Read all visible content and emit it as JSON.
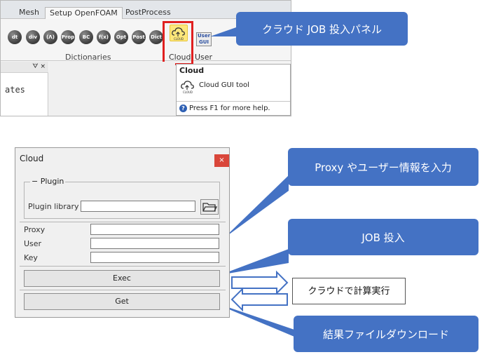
{
  "ribbon": {
    "tabs": [
      "Mesh",
      "Setup OpenFOAM",
      "PostProcess"
    ],
    "buttons": [
      {
        "icon": "dt-icon",
        "text": "dt"
      },
      {
        "icon": "div-icon",
        "text": "div"
      },
      {
        "icon": "lapl-icon",
        "text": "(Λ)"
      },
      {
        "icon": "prop-icon",
        "text": "Prop"
      },
      {
        "icon": "bc-icon",
        "text": "BC"
      },
      {
        "icon": "fx-icon",
        "text": "f(x)"
      },
      {
        "icon": "opt-icon",
        "text": "Opt"
      },
      {
        "icon": "post-icon",
        "text": "Post"
      },
      {
        "icon": "dict-icon",
        "text": "Dict"
      }
    ],
    "group_label": "Dictionaries",
    "cloud_label": "Cloud",
    "cloud_icon_text": "CLOUD",
    "user_label": "User",
    "user_icon_text": "User GUI"
  },
  "left_panel": {
    "pin_text": "ᗊ ×",
    "text": "ates"
  },
  "tooltip": {
    "title": "Cloud",
    "description": "Cloud GUI tool",
    "icon_text": "CLOUD",
    "help": "Press F1 for more help."
  },
  "callouts": {
    "cloud_panel": "クラウド JOB 投入パネル",
    "proxy_user": "Proxy やユーザー情報を入力",
    "job_submit": "JOB 投入",
    "download": "結果ファイルダウンロード",
    "cloud_compute": "クラウドで計算実行"
  },
  "dialog": {
    "title": "Cloud",
    "close": "×",
    "plugin_legend": "− Plugin",
    "plugin_library_label": "Plugin library",
    "plugin_library_value": "",
    "fields": [
      {
        "label": "Proxy",
        "value": ""
      },
      {
        "label": "User",
        "value": ""
      },
      {
        "label": "Key",
        "value": ""
      }
    ],
    "exec_label": "Exec",
    "get_label": "Get"
  },
  "colors": {
    "callout": "#4472c4",
    "highlight": "#e02020",
    "close": "#d9463a"
  }
}
